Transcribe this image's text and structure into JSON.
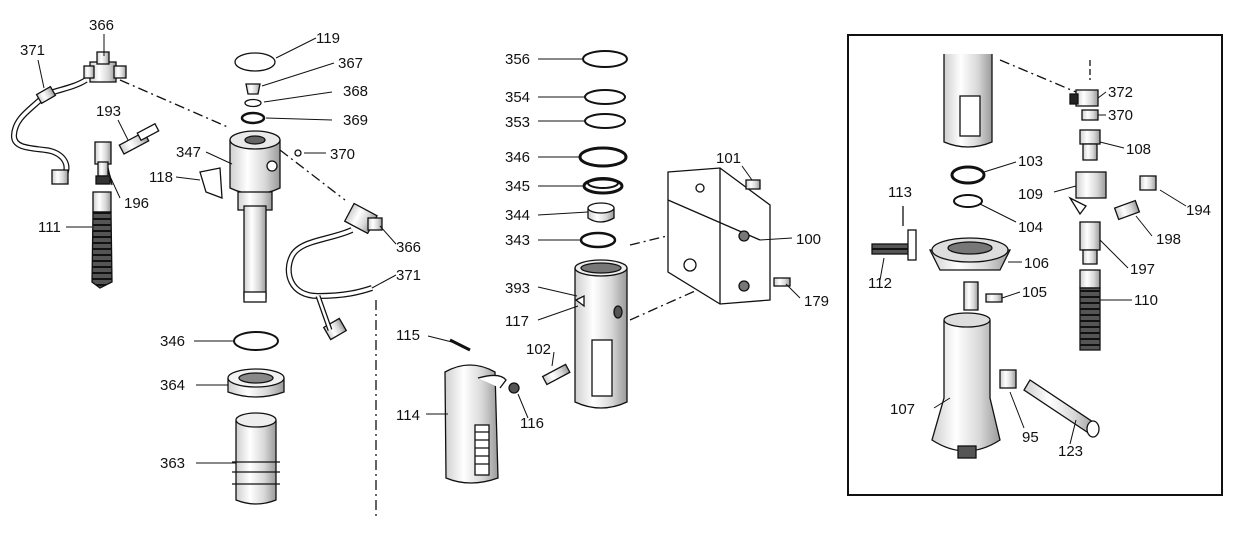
{
  "diagram": {
    "labels": [
      {
        "id": "371a",
        "text": "371"
      },
      {
        "id": "366a",
        "text": "366"
      },
      {
        "id": "193",
        "text": "193"
      },
      {
        "id": "196",
        "text": "196"
      },
      {
        "id": "111",
        "text": "111"
      },
      {
        "id": "118",
        "text": "118"
      },
      {
        "id": "347",
        "text": "347"
      },
      {
        "id": "119",
        "text": "119"
      },
      {
        "id": "367",
        "text": "367"
      },
      {
        "id": "368",
        "text": "368"
      },
      {
        "id": "369",
        "text": "369"
      },
      {
        "id": "370a",
        "text": "370"
      },
      {
        "id": "366b",
        "text": "366"
      },
      {
        "id": "371b",
        "text": "371"
      },
      {
        "id": "346a",
        "text": "346"
      },
      {
        "id": "364",
        "text": "364"
      },
      {
        "id": "363",
        "text": "363"
      },
      {
        "id": "356",
        "text": "356"
      },
      {
        "id": "354",
        "text": "354"
      },
      {
        "id": "353",
        "text": "353"
      },
      {
        "id": "346b",
        "text": "346"
      },
      {
        "id": "345",
        "text": "345"
      },
      {
        "id": "344",
        "text": "344"
      },
      {
        "id": "343",
        "text": "343"
      },
      {
        "id": "393",
        "text": "393"
      },
      {
        "id": "117",
        "text": "117"
      },
      {
        "id": "115",
        "text": "115"
      },
      {
        "id": "102",
        "text": "102"
      },
      {
        "id": "114",
        "text": "114"
      },
      {
        "id": "116",
        "text": "116"
      },
      {
        "id": "101",
        "text": "101"
      },
      {
        "id": "100",
        "text": "100"
      },
      {
        "id": "179",
        "text": "179"
      },
      {
        "id": "372",
        "text": "372"
      },
      {
        "id": "370b",
        "text": "370"
      },
      {
        "id": "108",
        "text": "108"
      },
      {
        "id": "103",
        "text": "103"
      },
      {
        "id": "109",
        "text": "109"
      },
      {
        "id": "104",
        "text": "104"
      },
      {
        "id": "194",
        "text": "194"
      },
      {
        "id": "113",
        "text": "113"
      },
      {
        "id": "198",
        "text": "198"
      },
      {
        "id": "106",
        "text": "106"
      },
      {
        "id": "197",
        "text": "197"
      },
      {
        "id": "112",
        "text": "112"
      },
      {
        "id": "105",
        "text": "105"
      },
      {
        "id": "110",
        "text": "110"
      },
      {
        "id": "107",
        "text": "107"
      },
      {
        "id": "95",
        "text": "95"
      },
      {
        "id": "123",
        "text": "123"
      }
    ]
  }
}
